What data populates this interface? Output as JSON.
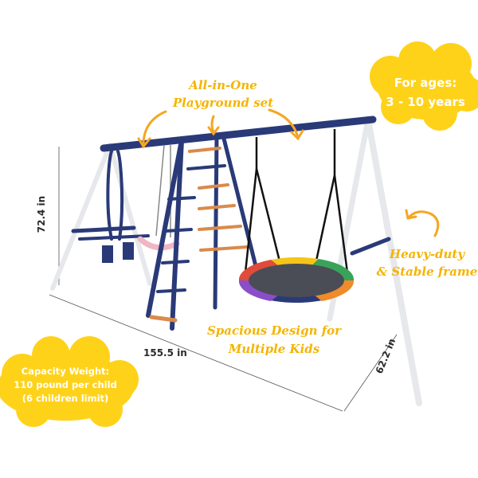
{
  "callouts": {
    "all_in_one": [
      "All-in-One",
      "Playground set"
    ],
    "heavy_duty": [
      "Heavy-duty",
      "& Stable frame"
    ],
    "spacious": [
      "Spacious Design for",
      "Multiple Kids"
    ]
  },
  "badges": {
    "ages": [
      "For ages:",
      "3 - 10 years"
    ],
    "capacity": [
      "Capacity Weight:",
      "110 pound per child",
      "(6 children limit)"
    ]
  },
  "dimensions": {
    "height": "72.4 in",
    "width": "155.5 in",
    "depth": "62.2 in"
  },
  "colors": {
    "accent": "#f5b400",
    "frame_blue": "#2a3a78",
    "frame_white": "#e9ebee",
    "ladder_orange": "#d98a4a",
    "badge_yellow": "#ffd21a"
  }
}
